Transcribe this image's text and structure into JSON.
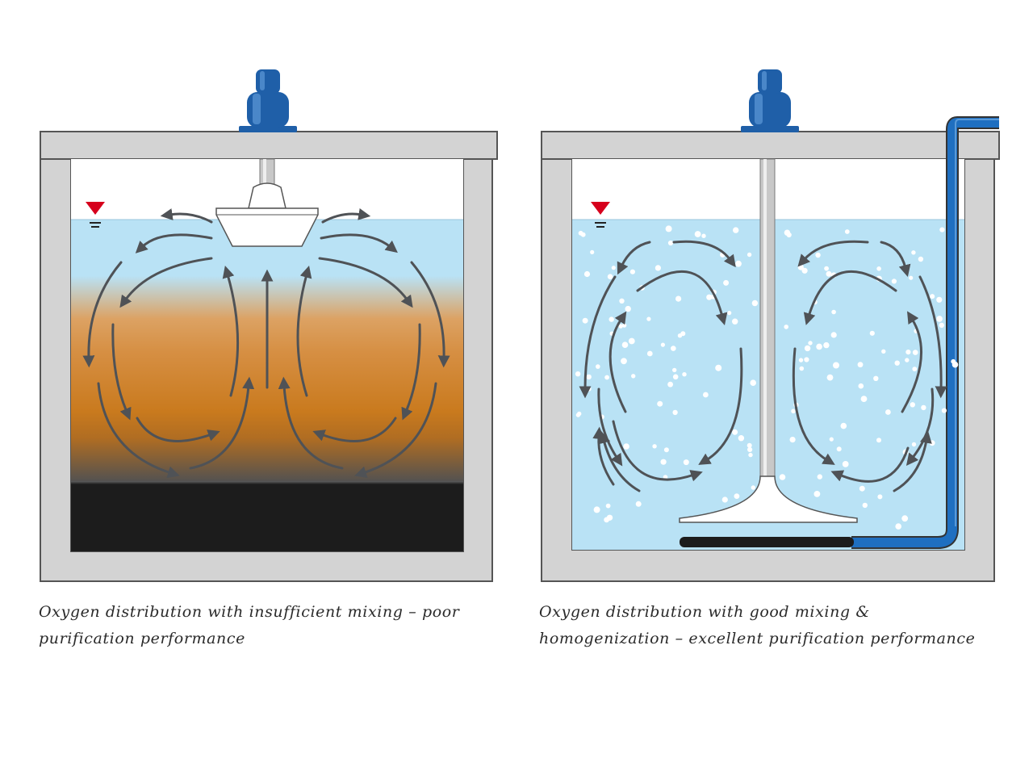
{
  "captions": {
    "left": {
      "line1": "Oxygen distribution with insufficient mixing – poor",
      "line2": "purification performance"
    },
    "right": {
      "line1": "Oxygen distribution with good mixing &",
      "line2": "homogenization  – excellent purification performance"
    }
  },
  "colors": {
    "concrete": "#d3d3d3",
    "concrete_edge": "#555555",
    "water": "#b9e2f5",
    "oxygen_poor_zone": "#c97a1e",
    "sludge": "#1c1c1c",
    "motor": "#1f5fa8",
    "pipe": "#1f6fc0",
    "arrow": "#4f5256",
    "water_level_marker": "#d6001c",
    "bubbles": "#ffffff"
  },
  "icons": {
    "water_level": "water-level-marker-icon",
    "motor": "motor-icon",
    "flow": "flow-arrow-icon"
  }
}
